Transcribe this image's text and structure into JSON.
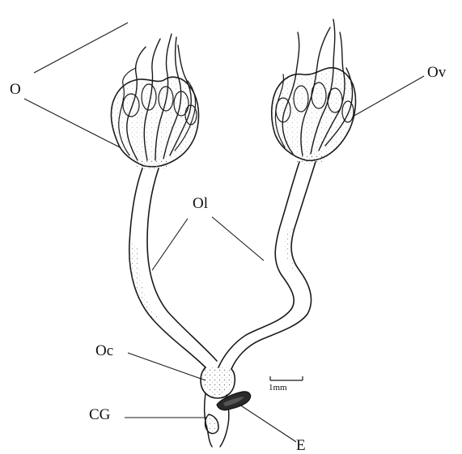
{
  "labels": {
    "o": "O",
    "ov": "Ov",
    "ol": "Ol",
    "oc": "Oc",
    "cg": "CG",
    "e": "E"
  },
  "scale_bar": {
    "text": "1mm"
  }
}
